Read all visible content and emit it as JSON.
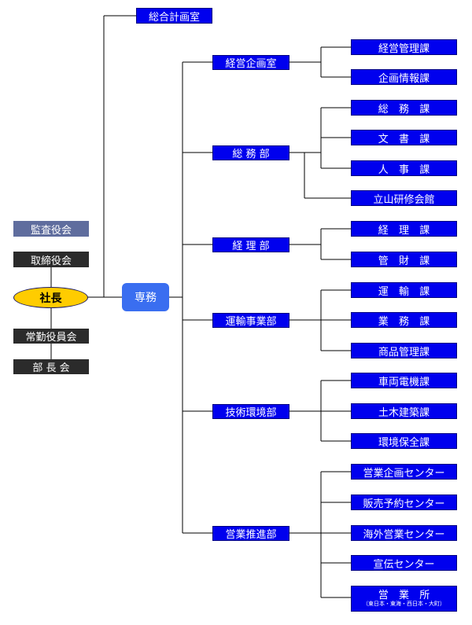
{
  "governance": {
    "audit": "監査役会",
    "board": "取締役会",
    "president": "社長",
    "executive": "常勤役員会",
    "managers": "部 長 会"
  },
  "senmu": "専務",
  "planning_office": "総合計画室",
  "departments": [
    {
      "name": "経営企画室",
      "sections": [
        "経営管理課",
        "企画情報課"
      ]
    },
    {
      "name": "総 務 部",
      "sections": [
        "総 務 課",
        "文 書 課",
        "人 事 課",
        "立山研修会館"
      ]
    },
    {
      "name": "経 理 部",
      "sections": [
        "経 理 課",
        "管 財 課"
      ]
    },
    {
      "name": "運輸事業部",
      "sections": [
        "運 輸 課",
        "業 務 課",
        "商品管理課"
      ]
    },
    {
      "name": "技術環境部",
      "sections": [
        "車両電機課",
        "土木建築課",
        "環境保全課"
      ]
    },
    {
      "name": "営業推進部",
      "sections": [
        "営業企画センター",
        "販売予約センター",
        "海外営業センター",
        "宣伝センター",
        "営 業 所"
      ]
    }
  ],
  "sales_office_note": "（東日本・東海・西日本・大町）",
  "colors": {
    "box_blue": "#0000ee",
    "senmu_blue": "#3a6ef0",
    "president_yellow": "#ffcc00",
    "dark_box": "#2b2b2b",
    "audit_box": "#5f6d9e"
  }
}
